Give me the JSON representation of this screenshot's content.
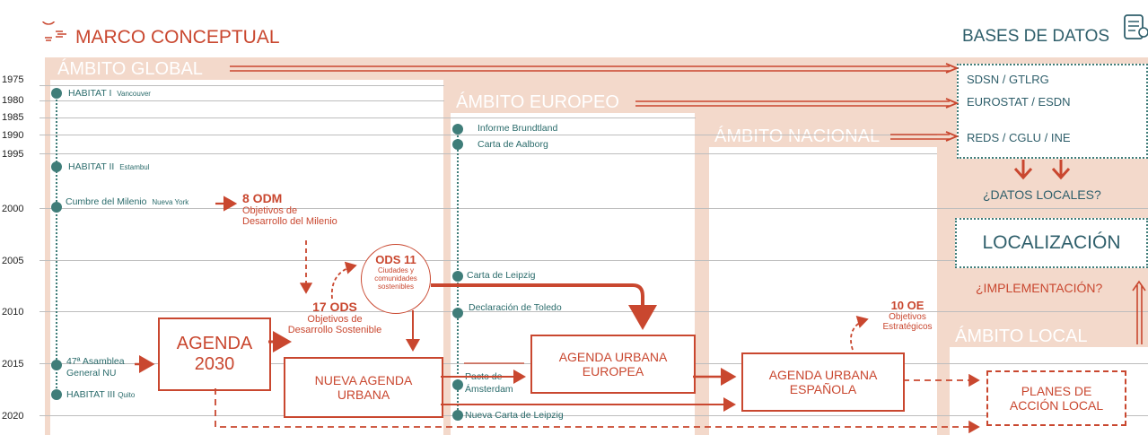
{
  "header": {
    "title": "MARCO CONCEPTUAL",
    "db_title": "BASES DE DATOS",
    "icons": [
      "lightbulb-icon",
      "database-document-icon"
    ]
  },
  "zones": {
    "global": "ÁMBITO GLOBAL",
    "europeo": "ÁMBITO EUROPEO",
    "nacional": "ÁMBITO NACIONAL",
    "local": "ÁMBITO LOCAL"
  },
  "years": [
    "1975",
    "1980",
    "1985",
    "1990",
    "1995",
    "2000",
    "2005",
    "2010",
    "2015",
    "2020"
  ],
  "global_events": {
    "habitat1": "HABITAT I",
    "habitat1_city": "Vancouver",
    "habitat2": "HABITAT II",
    "habitat2_city": "Estambul",
    "cumbre": "Cumbre del Milenio",
    "cumbre_city": "Nueva York",
    "asamblea_l1": "47ª Asamblea",
    "asamblea_l2": "General NU",
    "habitat3": "HABITAT III",
    "habitat3_city": "Quito"
  },
  "european_events": {
    "brundtland": "Informe Brundtland",
    "aalborg": "Carta de Aalborg",
    "leipzig": "Carta de Leipzig",
    "toledo": "Declaración de Toledo",
    "amsterdam_l1": "Pacto de",
    "amsterdam_l2": "Ámsterdam",
    "nueva_leipzig": "Nueva Carta de Leipzig"
  },
  "goals": {
    "odm_title": "8 ODM",
    "odm_l1": "Objetivos de",
    "odm_l2": "Desarrollo del Milenio",
    "ods11_title": "ODS 11",
    "ods11_l1": "Ciudades y",
    "ods11_l2": "comunidades",
    "ods11_l3": "sostenibles",
    "ods17_title": "17 ODS",
    "ods17_l1": "Objetivos de",
    "ods17_l2": "Desarrollo Sostenible",
    "oe_title": "10 OE",
    "oe_l1": "Objetivos",
    "oe_l2": "Estratégicos"
  },
  "boxes": {
    "agenda2030_l1": "AGENDA",
    "agenda2030_l2": "2030",
    "nau_l1": "NUEVA AGENDA",
    "nau_l2": "URBANA",
    "aue_l1": "AGENDA URBANA",
    "aue_l2": "EUROPEA",
    "aue_es_l1": "AGENDA URBANA",
    "aue_es_l2": "ESPAÑOLA",
    "planes_l1": "PLANES DE",
    "planes_l2": "ACCIÓN LOCAL"
  },
  "databases": {
    "items": [
      "SDSN / GTLRG",
      "EUROSTAT / ESDN",
      "REDS / CGLU / INE"
    ],
    "datos_locales": "¿DATOS LOCALES?",
    "localizacion": "LOCALIZACIÓN",
    "implementacion": "¿IMPLEMENTACIÓN?"
  },
  "colors": {
    "accent": "#c9472f",
    "teal": "#3f7d79",
    "band": "#f3d9cb"
  }
}
